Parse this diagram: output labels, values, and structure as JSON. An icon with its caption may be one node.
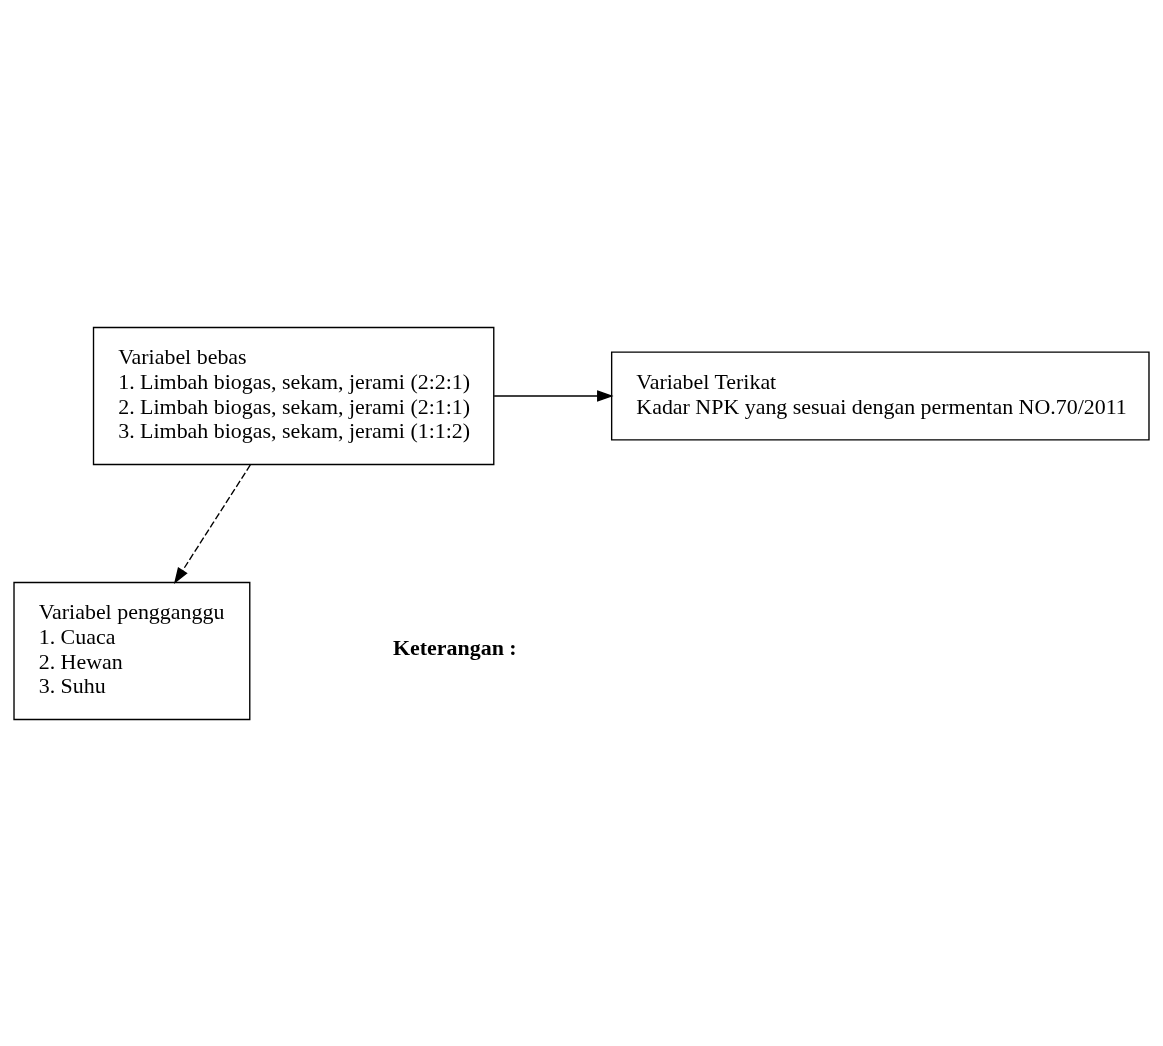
{
  "diagram": {
    "nodes": [
      {
        "text": [
          "Variabel bebas",
          "1. Limbah biogas, sekam, jerami (2:2:1)",
          "2. Limbah biogas, sekam, jerami (2:1:1)",
          "3. Limbah biogas, sekam, jerami (1:1:2)"
        ]
      },
      {
        "text": [
          "Variabel Terikat",
          "Kadar NPK yang sesuai dengan permentan NO.70/2011"
        ]
      },
      {
        "text": [
          "Variabel pengganggu",
          "1. Cuaca",
          "2. Hewan",
          "3. Suhu"
        ]
      }
    ],
    "edges": [
      {
        "from": 0,
        "to": 1,
        "arrow": "to"
      },
      {
        "from": 0,
        "to": 2,
        "arrow": "to",
        "style": "dashed"
      }
    ],
    "labels": [
      "Keterangan :"
    ]
  }
}
